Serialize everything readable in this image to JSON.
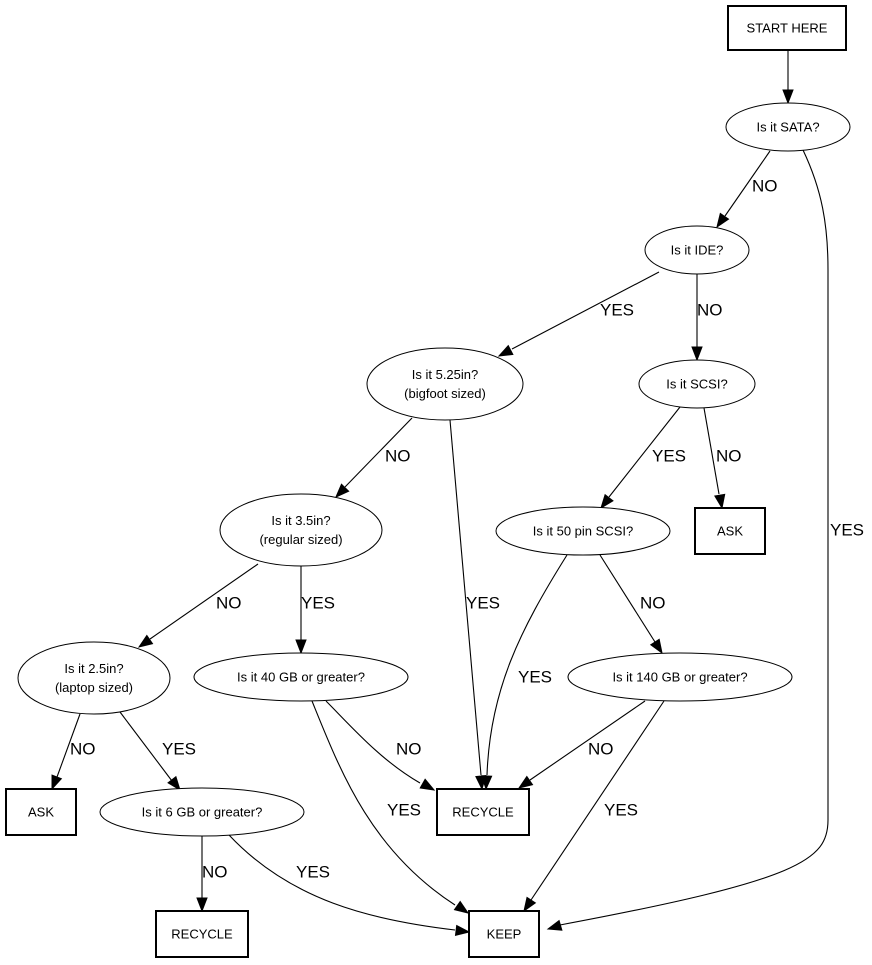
{
  "diagram": {
    "type": "flowchart",
    "nodes": {
      "start": {
        "shape": "box",
        "lines": [
          "START HERE"
        ]
      },
      "sata": {
        "shape": "ellipse",
        "lines": [
          "Is it SATA?"
        ]
      },
      "ide": {
        "shape": "ellipse",
        "lines": [
          "Is it IDE?"
        ]
      },
      "scsi": {
        "shape": "ellipse",
        "lines": [
          "Is it SCSI?"
        ]
      },
      "ask1": {
        "shape": "box",
        "lines": [
          "ASK"
        ]
      },
      "s525": {
        "shape": "ellipse",
        "lines": [
          "Is it 5.25in?",
          "(bigfoot sized)"
        ]
      },
      "s35": {
        "shape": "ellipse",
        "lines": [
          "Is it 3.5in?",
          "(regular sized)"
        ]
      },
      "s25": {
        "shape": "ellipse",
        "lines": [
          "Is it 2.5in?",
          "(laptop sized)"
        ]
      },
      "pin50": {
        "shape": "ellipse",
        "lines": [
          "Is it 50 pin SCSI?"
        ]
      },
      "gb40": {
        "shape": "ellipse",
        "lines": [
          "Is it 40 GB or greater?"
        ]
      },
      "gb140": {
        "shape": "ellipse",
        "lines": [
          "Is it 140 GB or greater?"
        ]
      },
      "ask2": {
        "shape": "box",
        "lines": [
          "ASK"
        ]
      },
      "gb6": {
        "shape": "ellipse",
        "lines": [
          "Is it 6 GB or greater?"
        ]
      },
      "recycle1": {
        "shape": "box",
        "lines": [
          "RECYCLE"
        ]
      },
      "recycle2": {
        "shape": "box",
        "lines": [
          "RECYCLE"
        ]
      },
      "keep": {
        "shape": "box",
        "lines": [
          "KEEP"
        ]
      }
    },
    "edges": [
      {
        "id": "start-sata",
        "from": "start",
        "to": "sata",
        "label": ""
      },
      {
        "id": "sata-ide",
        "from": "sata",
        "to": "ide",
        "label": "NO"
      },
      {
        "id": "sata-keep",
        "from": "sata",
        "to": "keep",
        "label": "YES"
      },
      {
        "id": "ide-s525",
        "from": "ide",
        "to": "s525",
        "label": "YES"
      },
      {
        "id": "ide-scsi",
        "from": "ide",
        "to": "scsi",
        "label": "NO"
      },
      {
        "id": "scsi-pin50",
        "from": "scsi",
        "to": "pin50",
        "label": "YES"
      },
      {
        "id": "scsi-ask1",
        "from": "scsi",
        "to": "ask1",
        "label": "NO"
      },
      {
        "id": "s525-s35",
        "from": "s525",
        "to": "s35",
        "label": "NO"
      },
      {
        "id": "s525-recycle1",
        "from": "s525",
        "to": "recycle1",
        "label": "YES"
      },
      {
        "id": "s35-s25",
        "from": "s35",
        "to": "s25",
        "label": "NO"
      },
      {
        "id": "s35-gb40",
        "from": "s35",
        "to": "gb40",
        "label": "YES"
      },
      {
        "id": "pin50-recycle1",
        "from": "pin50",
        "to": "recycle1",
        "label": "YES"
      },
      {
        "id": "pin50-gb140",
        "from": "pin50",
        "to": "gb140",
        "label": "NO"
      },
      {
        "id": "s25-ask2",
        "from": "s25",
        "to": "ask2",
        "label": "NO"
      },
      {
        "id": "s25-gb6",
        "from": "s25",
        "to": "gb6",
        "label": "YES"
      },
      {
        "id": "gb40-recycle1",
        "from": "gb40",
        "to": "recycle1",
        "label": "NO"
      },
      {
        "id": "gb40-keep",
        "from": "gb40",
        "to": "keep",
        "label": "YES"
      },
      {
        "id": "gb140-recycle1",
        "from": "gb140",
        "to": "recycle1",
        "label": "NO"
      },
      {
        "id": "gb140-keep",
        "from": "gb140",
        "to": "keep",
        "label": "YES"
      },
      {
        "id": "gb6-recycle2",
        "from": "gb6",
        "to": "recycle2",
        "label": "NO"
      },
      {
        "id": "gb6-keep",
        "from": "gb6",
        "to": "keep",
        "label": "YES"
      }
    ]
  }
}
